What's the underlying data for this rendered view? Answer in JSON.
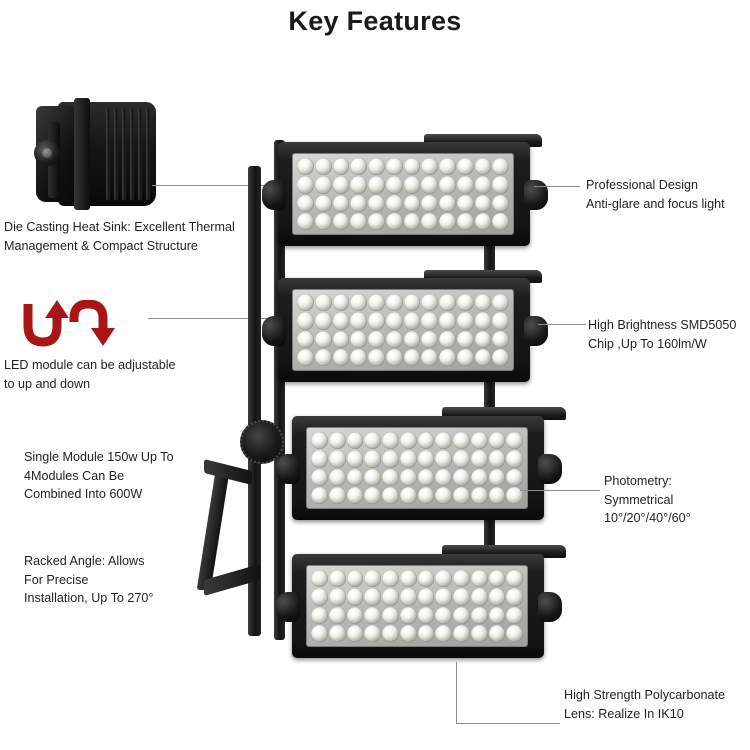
{
  "page": {
    "title": "Key Features",
    "background_color": "#ffffff",
    "text_color": "#231f20",
    "leader_line_color": "#8e8e8e",
    "arrow_color": "#a81616"
  },
  "product": {
    "name": "modular-led-floodlight",
    "module_count": 4,
    "leds_per_module": 48,
    "led_grid_rows": 4,
    "led_grid_columns": 12
  },
  "callouts": {
    "left": [
      {
        "id": "heat-sink",
        "text": "Die Casting Heat Sink: Excellent Thermal\nManagement & Compact Structure",
        "icon": "heat-sink-photo"
      },
      {
        "id": "adjustable-module",
        "text": "LED module can be adjustable\nto up and down",
        "icon": "up-down-arrows-icon"
      },
      {
        "id": "module-power",
        "text": "Single Module 150w Up To\n4Modules Can Be\nCombined Into 600W",
        "icon": ""
      },
      {
        "id": "racked-angle",
        "text": "Racked Angle: Allows\nFor Precise\nInstallation, Up To 270°",
        "icon": ""
      }
    ],
    "right": [
      {
        "id": "professional-design",
        "text": "Professional Design\nAnti-glare and focus light"
      },
      {
        "id": "high-brightness-chip",
        "text": "High Brightness SMD5050\nChip ,Up To 160lm/W"
      },
      {
        "id": "photometry",
        "text": "Photometry:\nSymmetrical\n10°/20°/40°/60°"
      },
      {
        "id": "polycarbonate-lens",
        "text": "High Strength Polycarbonate\nLens: Realize In IK10"
      }
    ]
  }
}
